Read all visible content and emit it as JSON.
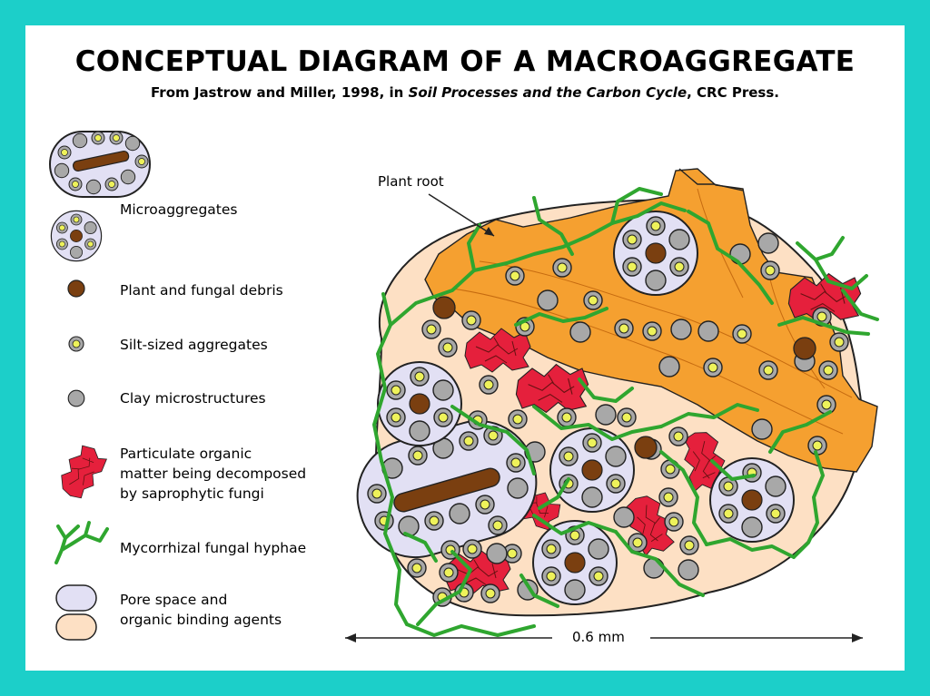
{
  "title": "CONCEPTUAL DIAGRAM OF A MACROAGGREGATE",
  "subtitle": {
    "before": "From Jastrow and Miller, 1998, in ",
    "italic": "Soil Processes and the Carbon Cycle",
    "after": ", CRC Press."
  },
  "legend": [
    {
      "key": "micro",
      "label": "Microaggregates"
    },
    {
      "key": "debris",
      "label": "Plant and fungal debris"
    },
    {
      "key": "silt",
      "label": "Silt-sized aggregates"
    },
    {
      "key": "clay",
      "label": "Clay microstructures"
    },
    {
      "key": "pom",
      "label": "Particulate organic\nmatter being decomposed\nby saprophytic fungi"
    },
    {
      "key": "hyphae",
      "label": "Mycorrhizal fungal hyphae"
    },
    {
      "key": "pore",
      "label": "Pore space and\norganic binding agents"
    }
  ],
  "annotations": {
    "plant_root": "Plant root",
    "scale": "0.6 mm"
  },
  "colors": {
    "border": "#1ccfc9",
    "background": "#ffffff",
    "binding_agent": "#fde0c4",
    "pore_space": "#e2e0f4",
    "root": "#f5a030",
    "debris": "#7a3f10",
    "silt_core": "#eef25a",
    "clay": "#a8a8a8",
    "pom": "#e5203c",
    "hyphae": "#2fa62f"
  }
}
